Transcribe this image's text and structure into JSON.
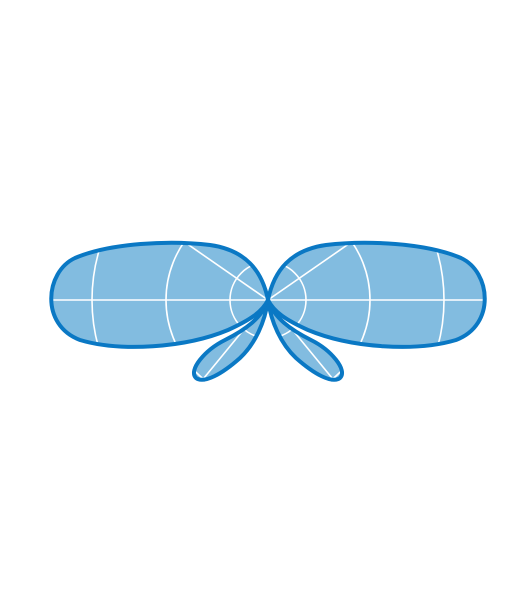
{
  "diagram": {
    "kind": "radiation-pattern",
    "colors": {
      "fill": "#82bce0",
      "outline": "#0a78c4",
      "grid": "#ffffff",
      "background": "#ffffff"
    },
    "lobes": [
      {
        "id": "main-lobe-left",
        "role": "main"
      },
      {
        "id": "main-lobe-right",
        "role": "main"
      },
      {
        "id": "side-lobe-lower-left",
        "role": "side"
      },
      {
        "id": "side-lobe-lower-right",
        "role": "side"
      }
    ]
  }
}
